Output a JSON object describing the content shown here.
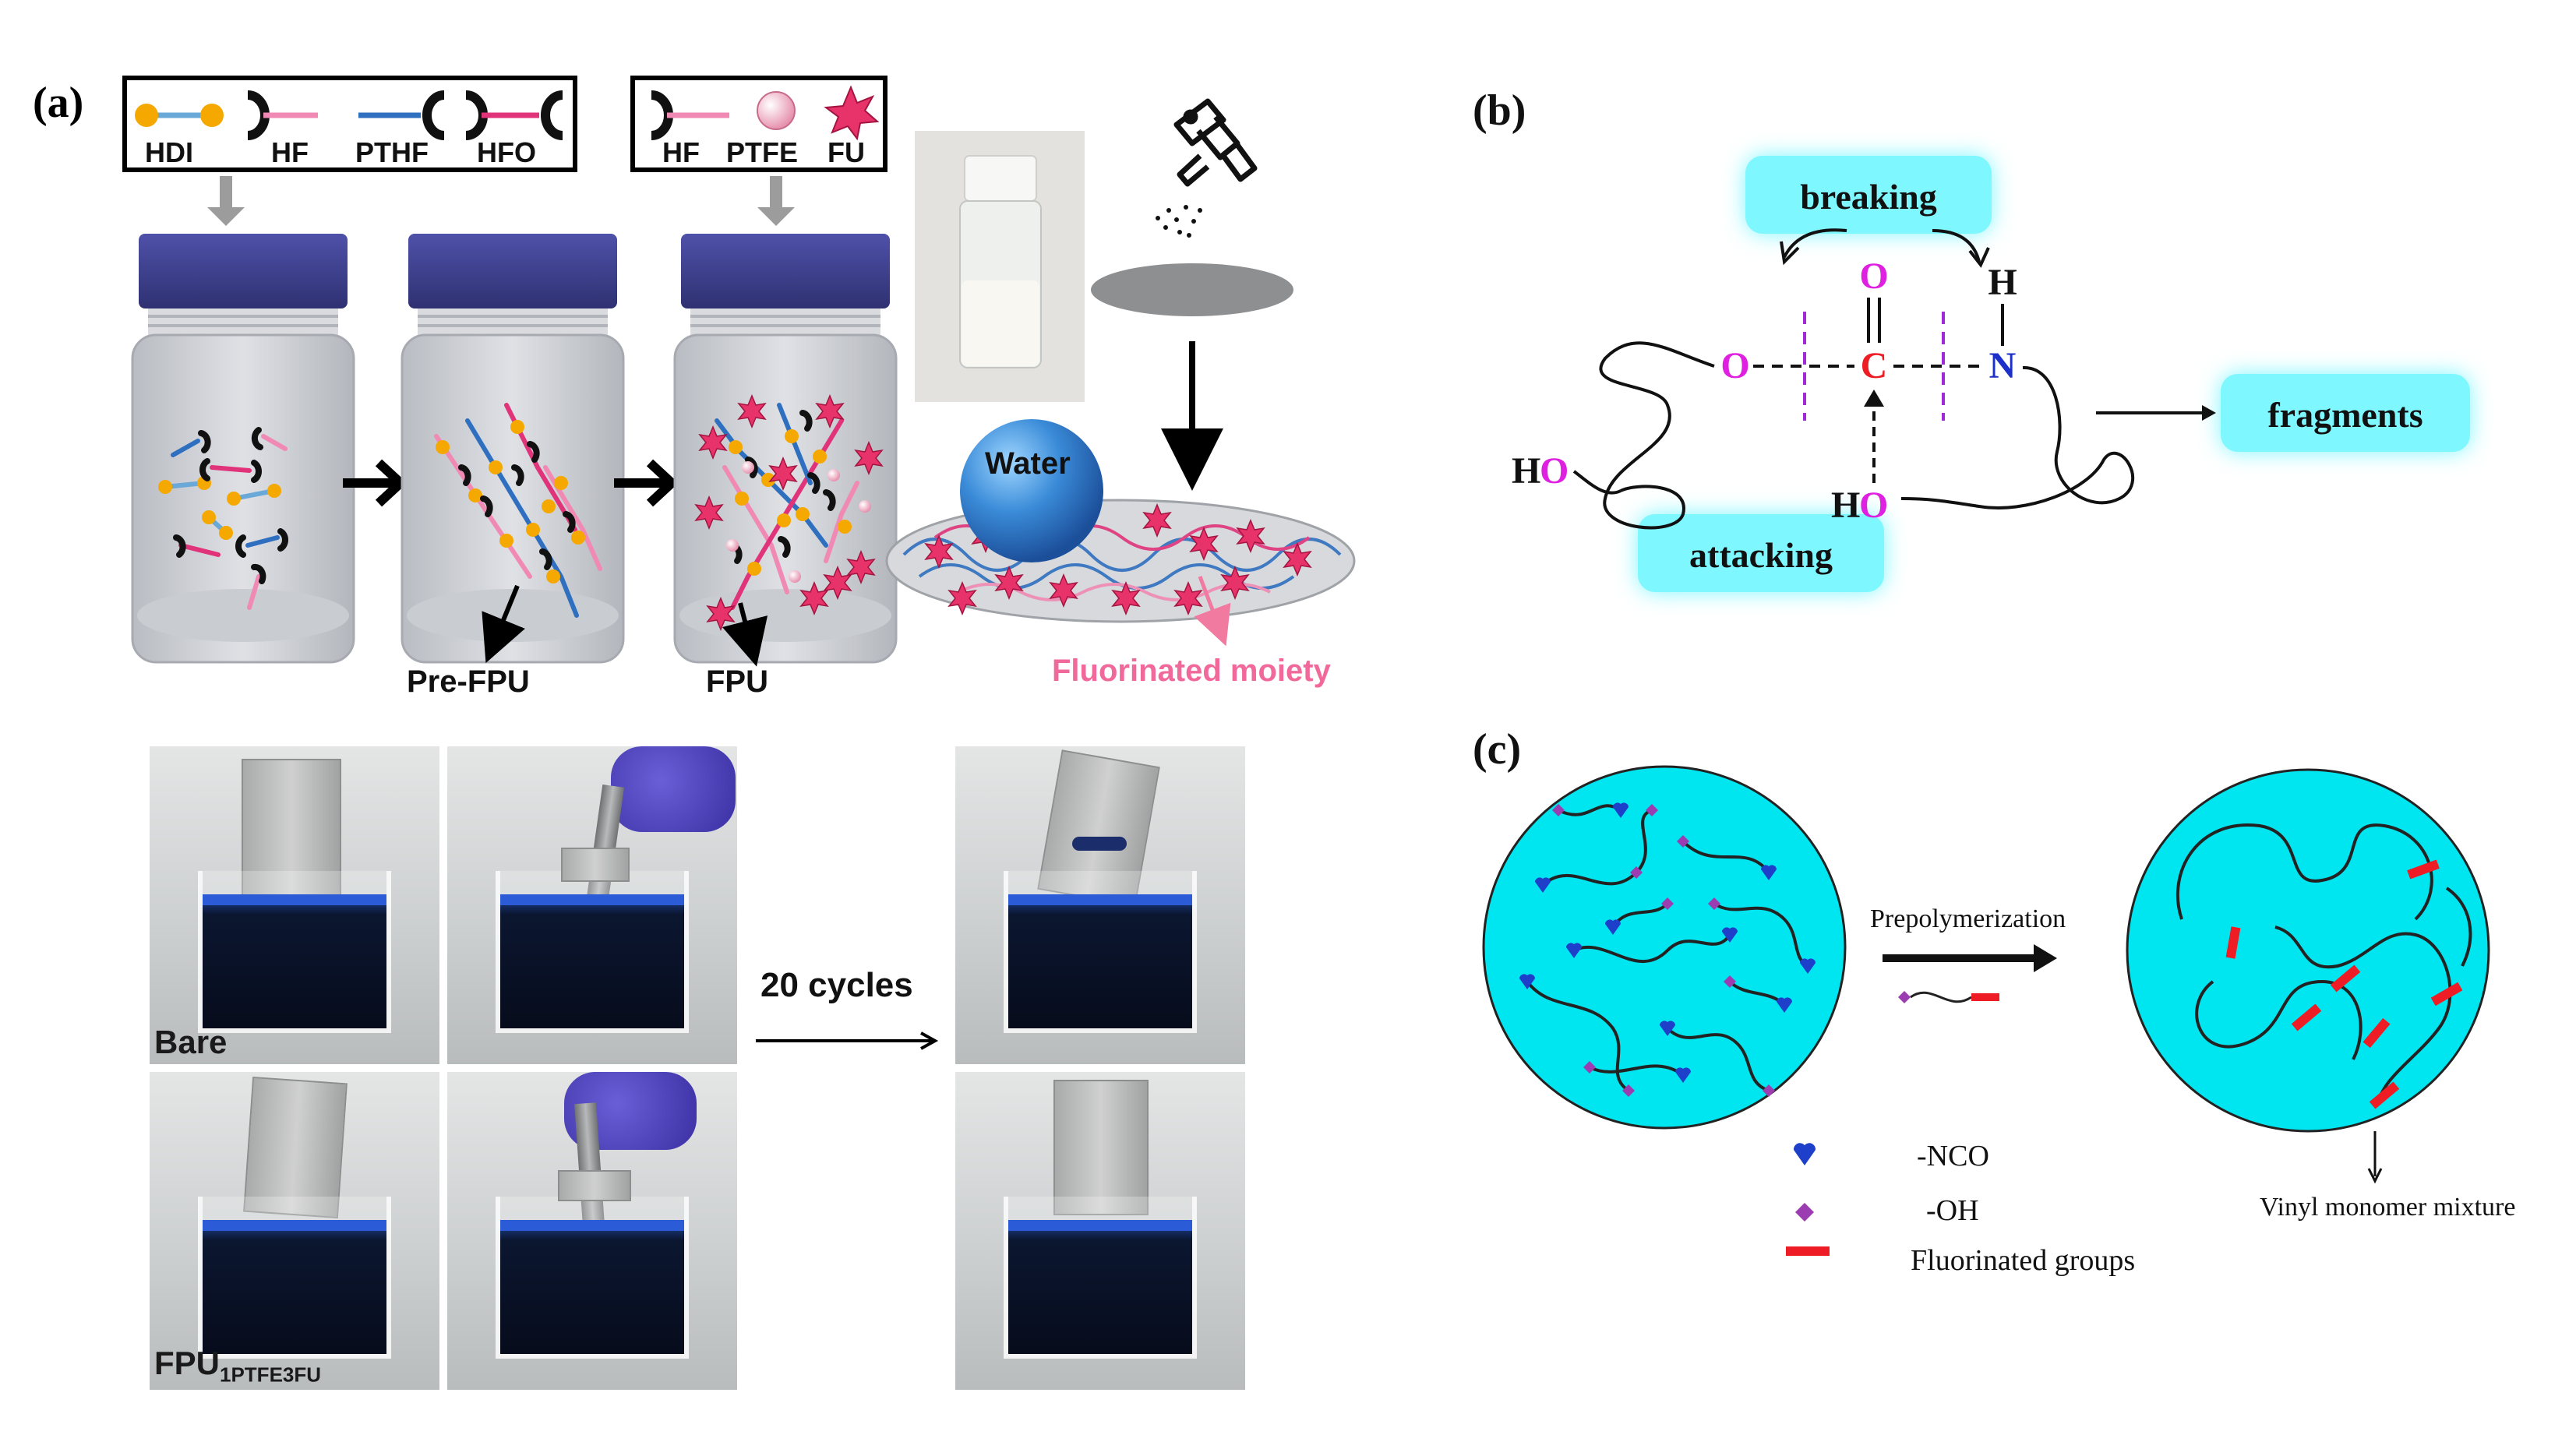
{
  "panels": {
    "a": "(a)",
    "b": "(b)",
    "c": "(c)"
  },
  "panel_a": {
    "legend1": [
      "HDI",
      "HF",
      "PTHF",
      "HFO"
    ],
    "legend2": [
      "HF",
      "PTFE",
      "FU"
    ],
    "pre_fpu": "Pre-FPU",
    "fpu": "FPU",
    "water": "Water",
    "fluorinated_moiety": "Fluorinated moiety",
    "cycles": "20 cycles",
    "bare": "Bare",
    "fpu_sample_main": "FPU",
    "fpu_sample_sub": "1PTFE3FU"
  },
  "panel_b": {
    "breaking": "breaking",
    "attacking": "attacking",
    "fragments": "fragments",
    "atom_o_top": "O",
    "atom_h_top": "H",
    "atom_o_left": "O",
    "atom_c": "C",
    "atom_n": "N",
    "ho_left_h": "H",
    "ho_left_o": "O",
    "ho_bottom_h": "H",
    "ho_bottom_o": "O"
  },
  "panel_c": {
    "prepolymerization": "Prepolymerization",
    "vinyl": "Vinyl monomer mixture",
    "legend_nco": "-NCO",
    "legend_oh": "-OH",
    "legend_fluor": "Fluorinated groups"
  },
  "colors": {
    "cyan": "#00e6f0",
    "hdi_yellow": "#f5a800",
    "hf_pink": "#f08ab4",
    "pthf_blue": "#2f6fbf",
    "hfo_magenta": "#e0337a",
    "fu_red": "#e8336a",
    "jar_cap": "#3d3f8f",
    "nco_blue": "#1d3fc9",
    "oh_purple": "#9b3cb0",
    "fluor_red": "#ee1c25"
  }
}
